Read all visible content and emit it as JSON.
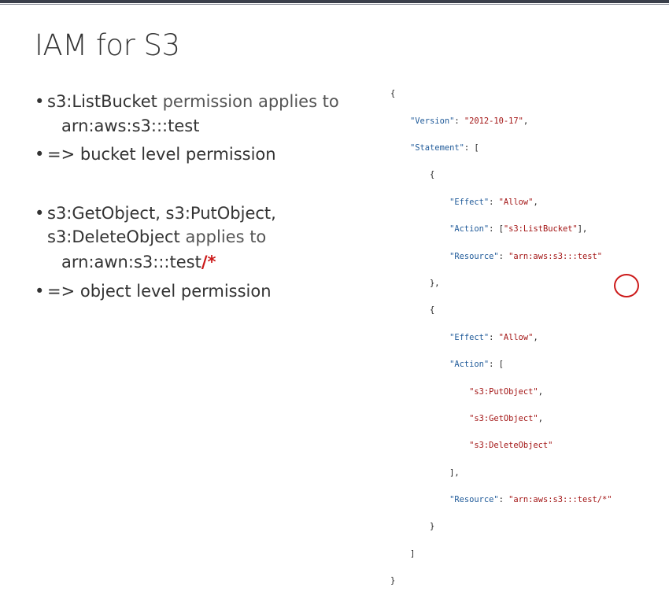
{
  "slide": {
    "title": "IAM for S3",
    "bullets": [
      {
        "part1": "s3:ListBucket",
        "part2": " permission applies to",
        "cont": "arn:aws:s3:::test"
      },
      {
        "text": "=> bucket level permission"
      },
      {
        "line1": "s3:GetObject, s3:PutObject,",
        "line2a": "s3:DeleteObject",
        "line2b": " applies to",
        "cont": "arn:awn:s3:::test",
        "wildcard": "/*"
      },
      {
        "text": "=> object level permission"
      }
    ]
  },
  "policy": {
    "lines": {
      "l1": "{",
      "l2_key": "\"Version\"",
      "l2_val": "\"2012-10-17\"",
      "l3_key": "\"Statement\"",
      "l4": "{",
      "l5_key": "\"Effect\"",
      "l5_val": "\"Allow\"",
      "l6_key": "\"Action\"",
      "l6_val": "\"s3:ListBucket\"",
      "l7_key": "\"Resource\"",
      "l7_val": "\"arn:aws:s3:::test\"",
      "l8": "},",
      "l9": "{",
      "l10_key": "\"Effect\"",
      "l10_val": "\"Allow\"",
      "l11_key": "\"Action\"",
      "l12_val": "\"s3:PutObject\"",
      "l13_val": "\"s3:GetObject\"",
      "l14_val": "\"s3:DeleteObject\"",
      "l15": "],",
      "l16_key": "\"Resource\"",
      "l16_val": "\"arn:aws:s3:::test/*\"",
      "l17": "}",
      "l18": "]",
      "l19": "}"
    }
  },
  "colors": {
    "key": "#1f5a99",
    "string": "#a31515",
    "highlight": "#cc1a1a"
  }
}
